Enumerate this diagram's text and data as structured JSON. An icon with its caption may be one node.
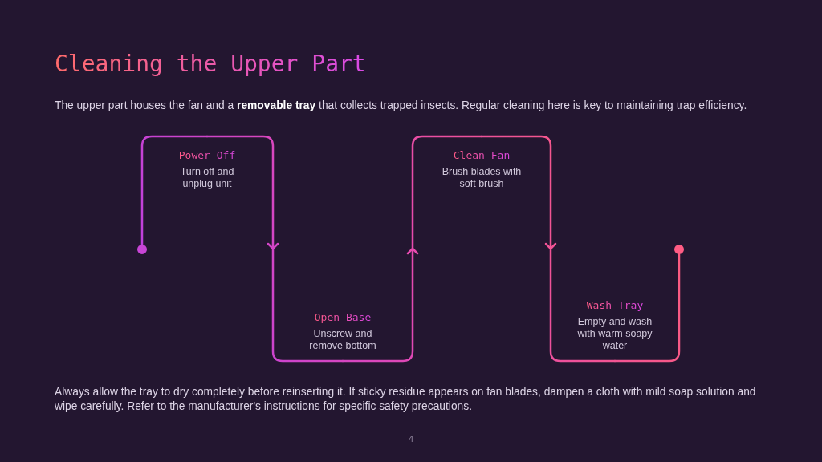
{
  "diagram": {
    "title": "Cleaning the Upper Part",
    "nodes": [
      {
        "text": [],
        "shape": "circle"
      },
      {
        "text": [
          "Power Off",
          "Turn off and unplug unit"
        ]
      },
      {
        "text": [
          "Open Base",
          "Unscrew and remove bottom"
        ]
      },
      {
        "text": [
          "Clean Fan",
          "Brush blades with soft brush"
        ]
      },
      {
        "text": [
          "Wash Tray",
          "Empty and wash with warm soapy water"
        ]
      },
      {
        "text": [],
        "shape": "circle"
      }
    ],
    "edges": [
      {
        "from": 0,
        "to": 1,
        "arrow": "none"
      },
      {
        "from": 1,
        "to": 2,
        "arrow": "to"
      },
      {
        "from": 2,
        "to": 3,
        "arrow": "to"
      },
      {
        "from": 3,
        "to": 4,
        "arrow": "to"
      },
      {
        "from": 4,
        "to": 5,
        "arrow": "none"
      }
    ],
    "labels": [
      "The upper part houses the fan and a **removable tray** that collects trapped insects. Regular cleaning here is key to maintaining trap efficiency.",
      "Always allow the tray to dry completely before reinserting it. If sticky residue appears on fan blades, dampen a cloth with mild soap solution and wipe carefully. Refer to the manufacturer's instructions for specific safety precautions.",
      "4"
    ]
  }
}
